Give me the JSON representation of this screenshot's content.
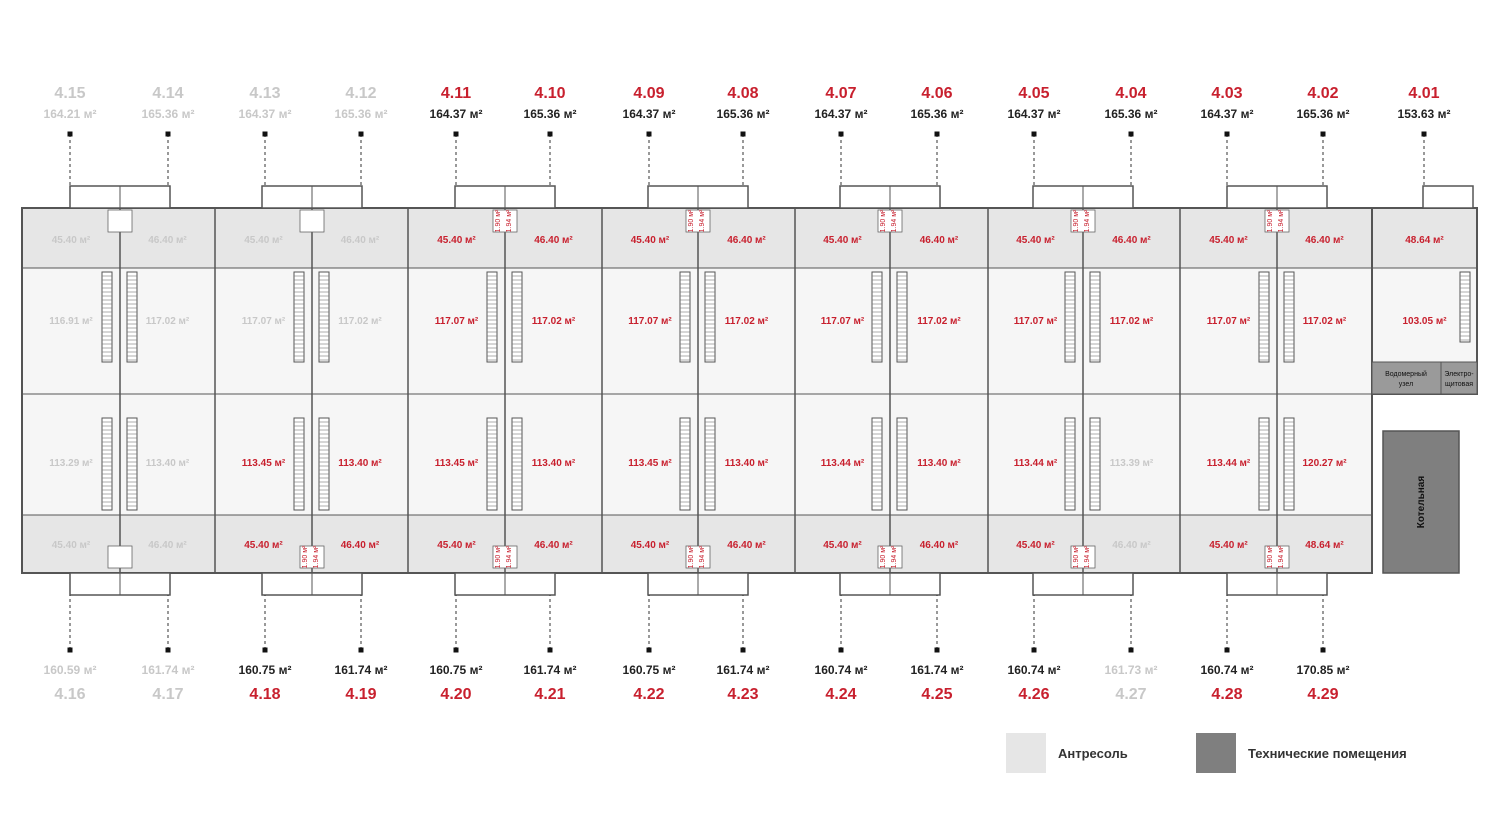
{
  "colors": {
    "available": "#c8202e",
    "sold_label": "#c8c8c8",
    "info": "#222222",
    "mezzanine": "#e6e6e6",
    "technical": "#7f7f7f",
    "wall": "#555555"
  },
  "top_units": [
    {
      "number": "4.15",
      "area": "164.21 м²",
      "available": false
    },
    {
      "number": "4.14",
      "area": "165.36 м²",
      "available": false
    },
    {
      "number": "4.13",
      "area": "164.37 м²",
      "available": false
    },
    {
      "number": "4.12",
      "area": "165.36 м²",
      "available": false
    },
    {
      "number": "4.11",
      "area": "164.37 м²",
      "available": true
    },
    {
      "number": "4.10",
      "area": "165.36 м²",
      "available": true
    },
    {
      "number": "4.09",
      "area": "164.37 м²",
      "available": true
    },
    {
      "number": "4.08",
      "area": "165.36 м²",
      "available": true
    },
    {
      "number": "4.07",
      "area": "164.37 м²",
      "available": true
    },
    {
      "number": "4.06",
      "area": "165.36 м²",
      "available": true
    },
    {
      "number": "4.05",
      "area": "164.37 м²",
      "available": true
    },
    {
      "number": "4.04",
      "area": "165.36 м²",
      "available": true
    },
    {
      "number": "4.03",
      "area": "164.37 м²",
      "available": true
    },
    {
      "number": "4.02",
      "area": "165.36 м²",
      "available": true
    },
    {
      "number": "4.01",
      "area": "153.63 м²",
      "available": true
    }
  ],
  "bottom_units": [
    {
      "number": "4.16",
      "area": "160.59 м²",
      "available": false
    },
    {
      "number": "4.17",
      "area": "161.74 м²",
      "available": false
    },
    {
      "number": "4.18",
      "area": "160.75 м²",
      "available": true
    },
    {
      "number": "4.19",
      "area": "161.74 м²",
      "available": true
    },
    {
      "number": "4.20",
      "area": "160.75 м²",
      "available": true
    },
    {
      "number": "4.21",
      "area": "161.74 м²",
      "available": true
    },
    {
      "number": "4.22",
      "area": "160.75 м²",
      "available": true
    },
    {
      "number": "4.23",
      "area": "161.74 м²",
      "available": true
    },
    {
      "number": "4.24",
      "area": "160.74 м²",
      "available": true
    },
    {
      "number": "4.25",
      "area": "161.74 м²",
      "available": true
    },
    {
      "number": "4.26",
      "area": "160.74 м²",
      "available": true
    },
    {
      "number": "4.27",
      "area": "161.73 м²",
      "available": false
    },
    {
      "number": "4.28",
      "area": "160.74 м²",
      "available": true
    },
    {
      "number": "4.29",
      "area": "170.85 м²",
      "available": true
    }
  ],
  "rooms": {
    "top_mezzanine": [
      "45.40 м²",
      "46.40 м²",
      "45.40 м²",
      "46.40 м²",
      "45.40 м²",
      "46.40 м²",
      "45.40 м²",
      "46.40 м²",
      "45.40 м²",
      "46.40 м²",
      "45.40 м²",
      "46.40 м²",
      "45.40 м²",
      "46.40 м²",
      "48.64 м²"
    ],
    "top_main": [
      "116.91 м²",
      "117.02 м²",
      "117.07 м²",
      "117.02 м²",
      "117.07 м²",
      "117.02 м²",
      "117.07 м²",
      "117.02 м²",
      "117.07 м²",
      "117.02 м²",
      "117.07 м²",
      "117.02 м²",
      "117.07 м²",
      "117.02 м²",
      "103.05 м²"
    ],
    "bottom_main": [
      "113.29 м²",
      "113.40 м²",
      "113.45 м²",
      "113.40 м²",
      "113.45 м²",
      "113.40 м²",
      "113.45 м²",
      "113.40 м²",
      "113.44 м²",
      "113.40 м²",
      "113.44 м²",
      "113.39 м²",
      "113.44 м²",
      "120.27 м²"
    ],
    "bottom_mezzanine": [
      "45.40 м²",
      "46.40 м²",
      "45.40 м²",
      "46.40 м²",
      "45.40 м²",
      "46.40 м²",
      "45.40 м²",
      "46.40 м²",
      "45.40 м²",
      "46.40 м²",
      "45.40 м²",
      "46.40 м²",
      "45.40 м²",
      "48.64 м²"
    ],
    "wc_left": "1.90 м²",
    "wc_right": "1.94 м²"
  },
  "technical_rooms": {
    "water_meter": [
      "Водомерный",
      "узел"
    ],
    "electrical": [
      "Электро-",
      "щитовая"
    ],
    "boiler": "Котельная"
  },
  "legend": {
    "mezzanine": "Антресоль",
    "technical": "Технические помещения"
  }
}
